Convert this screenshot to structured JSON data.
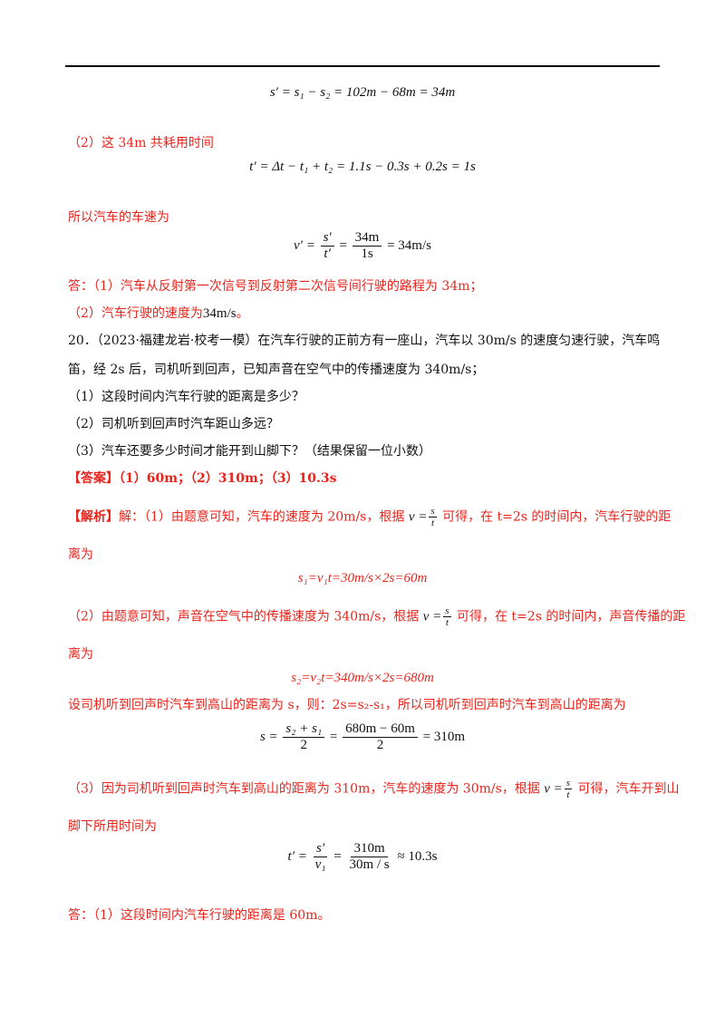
{
  "eq1": {
    "lhs": "s′",
    "rhs": " = s₁ − s₂ = 102m − 68m = 34m"
  },
  "part2_intro": "（2）这 34m 共耗用时间",
  "eq2": {
    "text": "t′ = Δt − t₁ + t₂ = 1.1s − 0.3s + 0.2s = 1s"
  },
  "speed_intro": "所以汽车的车速为",
  "eq3": {
    "lhs": "v′ =",
    "f1_num": "s′",
    "f1_den": "t′",
    "eq": "=",
    "f2_num": "34m",
    "f2_den": "1s",
    "rhs": "= 34m/s"
  },
  "ans1_line1": "答：（1）汽车从反射第一次信号到反射第二次信号间行驶的路程为 34m；",
  "ans1_line2_prefix": "（2）汽车行驶的速度为",
  "ans1_line2_value": "34m/s",
  "ans1_line2_suffix": "。",
  "q20": {
    "line1": "20．（2023·福建龙岩·校考一模）在汽车行驶的正前方有一座山，汽车以 30m/s 的速度匀速行驶，汽车鸣",
    "line2": "笛，经 2s 后，司机听到回声，已知声音在空气中的传播速度为 340m/s；",
    "sub1": "（1）这段时间内汽车行驶的距离是多少？",
    "sub2": "（2）司机听到回声时汽车距山多远？",
    "sub3": "（3）汽车还要多少时间才能开到山脚下？（结果保留一位小数）"
  },
  "answer": {
    "tag": "【答案】",
    "text": "（1）60m；（2）310m；（3）10.3s"
  },
  "analysis": {
    "tag": "【解析】",
    "p1_a": "解：（1）由题意可知，汽车的速度为 20m/s，根据",
    "p1_b": "可得，在 t=2s 的时间内，汽车行驶的距",
    "p1_c": "离为",
    "eq_s1": "s₁=v₁t=30m/s×2s=60m",
    "p2_a": "（2）由题意可知，声音在空气中的传播速度为 340m/s，根据",
    "p2_b": "可得，在 t=2s 的时间内，声音传播的距",
    "p2_c": "离为",
    "eq_s2": "s₂=v₂t=340m/s×2s=680m",
    "p3": "设司机听到回声时汽车到高山的距离为 s，则：2s=s₂-s₁，所以司机听到回声时汽车到高山的距离为",
    "eq_s": {
      "lhs": "s =",
      "f1_num": "s₂ + s₁",
      "f1_den": "2",
      "f2_num": "680m − 60m",
      "f2_den": "2",
      "rhs": "= 310m"
    },
    "p4_a": "（3）因为司机听到回声时汽车到高山的距离为 310m，汽车的速度为 30m/s，根据",
    "p4_b": "可得，汽车开到山",
    "p4_c": "脚下所用时间为",
    "eq_t": {
      "lhs": "t′ =",
      "f1_num": "s′",
      "f1_den": "v₁",
      "f2_num": "310m",
      "f2_den": "30m / s",
      "rhs": "≈ 10.3s"
    },
    "v_formula": {
      "lhs": "v =",
      "num": "s",
      "den": "t"
    },
    "final": "答：（1）这段时间内汽车行驶的距离是 60m。"
  }
}
